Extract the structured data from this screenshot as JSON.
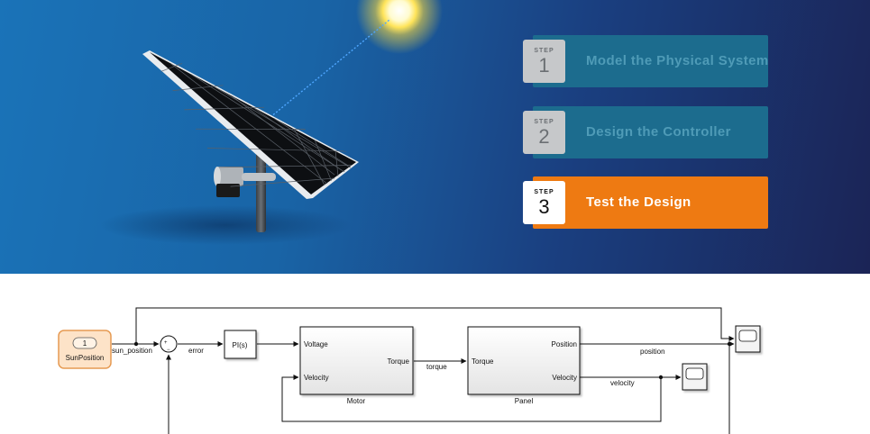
{
  "steps": [
    {
      "word": "STEP",
      "number": "1",
      "label": "Model the Physical System",
      "active": false
    },
    {
      "word": "STEP",
      "number": "2",
      "label": "Design the Controller",
      "active": false
    },
    {
      "word": "STEP",
      "number": "3",
      "label": "Test the Design",
      "active": true
    }
  ],
  "colors": {
    "active_step": "#ee7a12",
    "inactive_step": "#1c6c8e",
    "input_block": "#fde3c8"
  },
  "hero_icons": [
    "sun-icon",
    "solar-panel-icon"
  ],
  "diagram": {
    "inport": {
      "number": "1",
      "name": "SunPosition"
    },
    "sum_signs": {
      "plus": "+",
      "minus": "−"
    },
    "controller": {
      "label": "PI(s)"
    },
    "motor": {
      "name": "Motor",
      "in_voltage": "Voltage",
      "in_velocity": "Velocity",
      "out_torque": "Torque"
    },
    "panel": {
      "name": "Panel",
      "in_torque": "Torque",
      "out_position": "Position",
      "out_velocity": "Velocity"
    },
    "signals": {
      "sun_position": "sun_position",
      "error": "error",
      "torque": "torque",
      "position": "position",
      "velocity": "velocity"
    },
    "scopes": [
      "scope-position",
      "scope-velocity"
    ]
  }
}
